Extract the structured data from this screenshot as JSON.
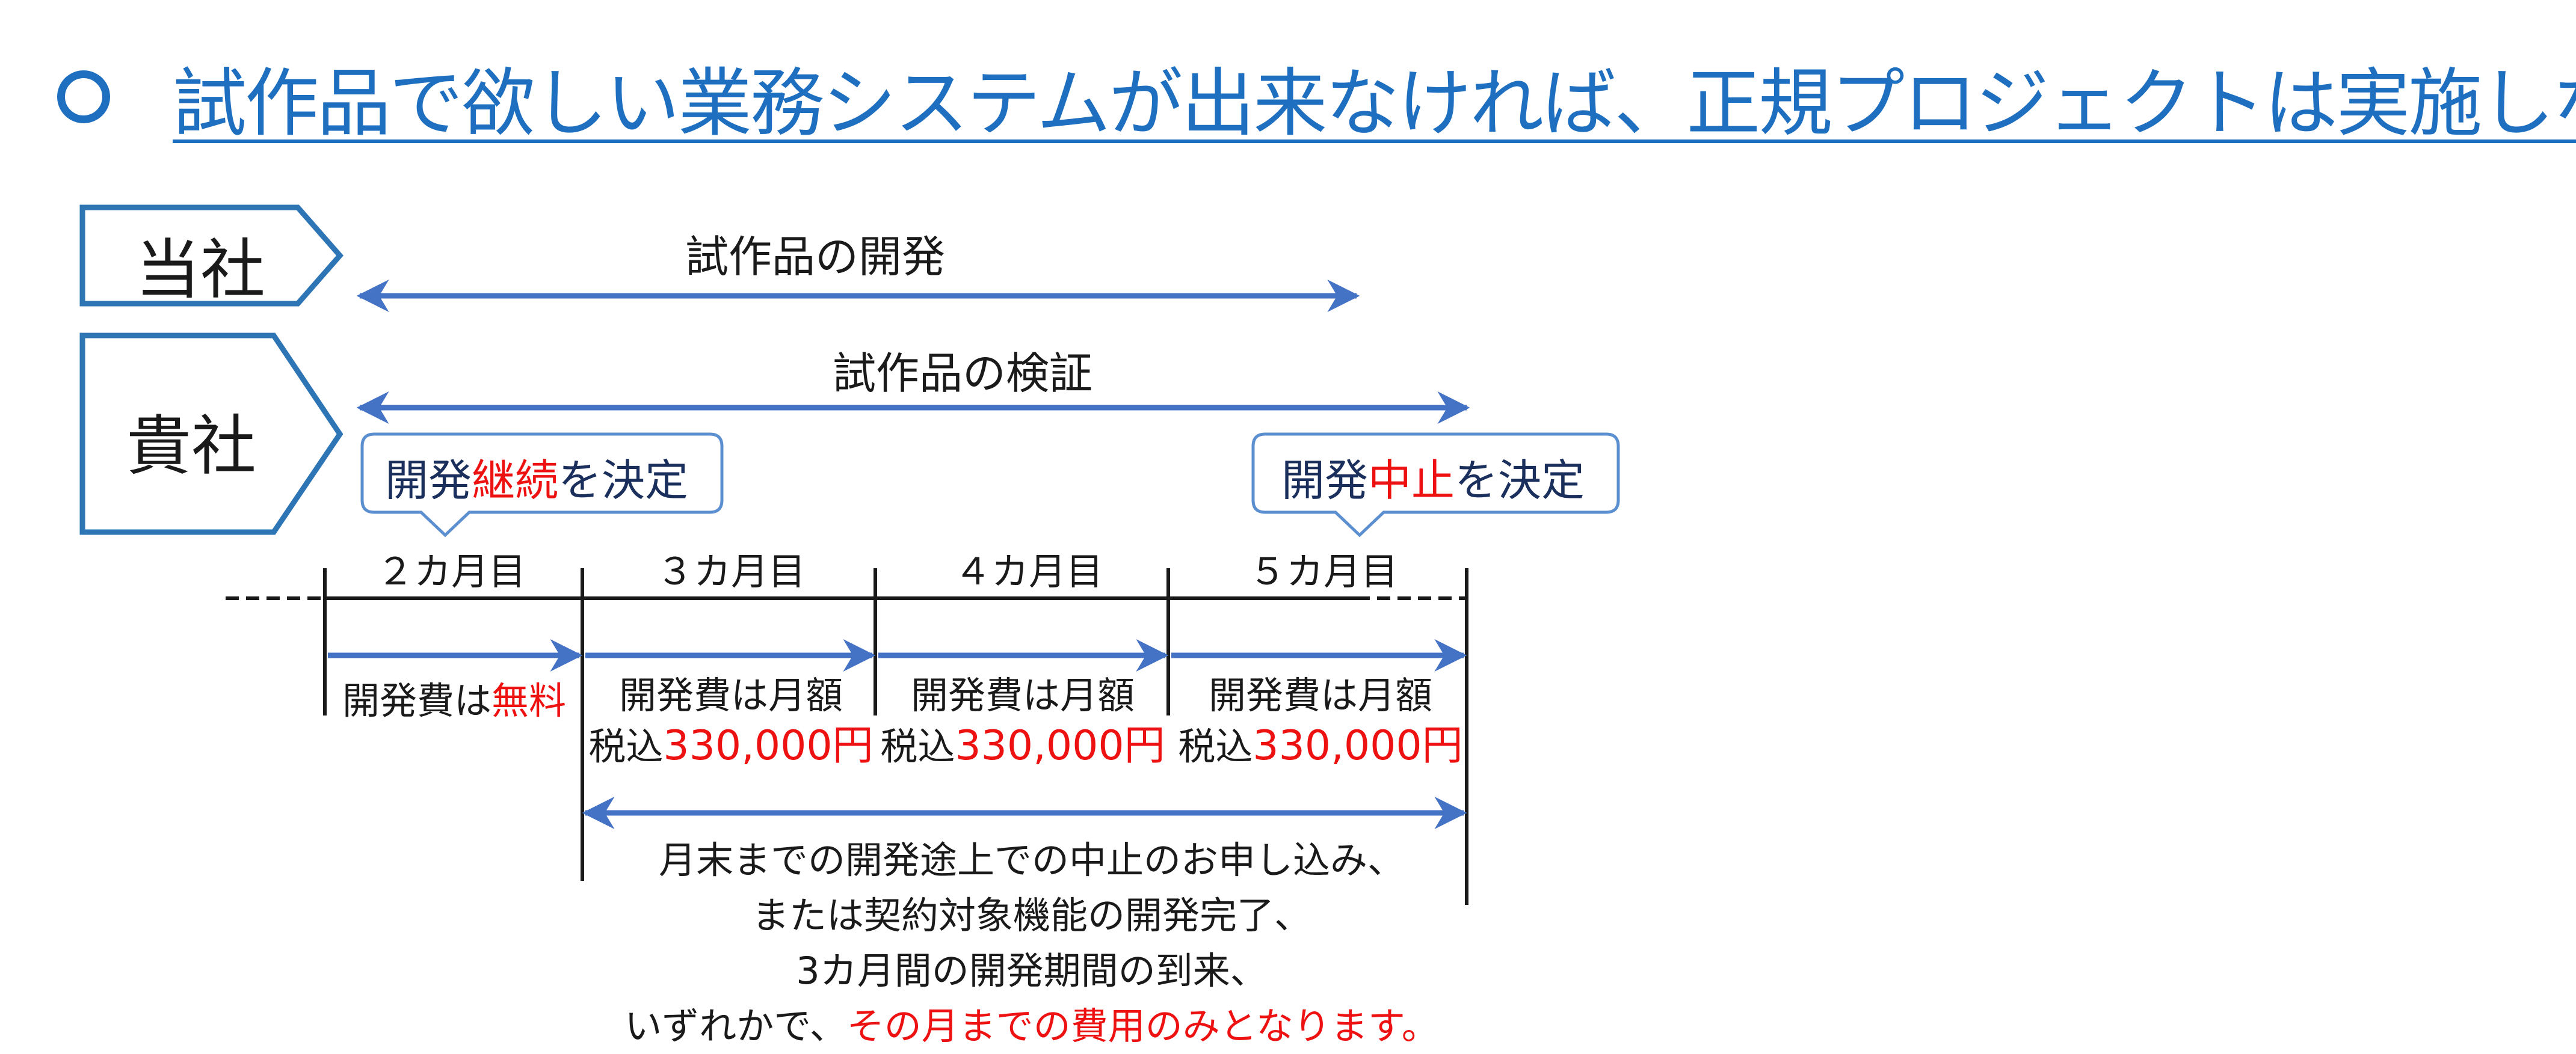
{
  "header": {
    "title": "試作品で欲しい業務システムが出来なければ、正規プロジェクトは実施しない"
  },
  "parties": {
    "us": "当社",
    "client": "貴社"
  },
  "spans": {
    "development": "試作品の開発",
    "verification": "試作品の検証"
  },
  "callouts": {
    "continue": {
      "pre": "開発",
      "highlight": "継続",
      "post": "を決定"
    },
    "stop": {
      "pre": "開発",
      "highlight": "中止",
      "post": "を決定"
    }
  },
  "months": [
    "２カ月目",
    "３カ月目",
    "４カ月目",
    "５カ月目"
  ],
  "costs": {
    "free": {
      "pre": "開発費は",
      "highlight": "無料"
    },
    "monthly_label": "開発費は月額",
    "tax_prefix": "税込",
    "amount": "330,000円"
  },
  "note": {
    "line1": "月末までの開発途上での中止のお申し込み、",
    "line2": "または契約対象機能の開発完了、",
    "line3": "3カ月間の開発期間の到来、",
    "line4_pre": "いずれかで、",
    "line4_highlight": "その月までの費用のみとなります。"
  },
  "colors": {
    "title_blue": "#1f6fc0",
    "arrow_blue": "#4472c4",
    "accent_red": "#ee1111",
    "callout_text": "#1a2f5c"
  }
}
